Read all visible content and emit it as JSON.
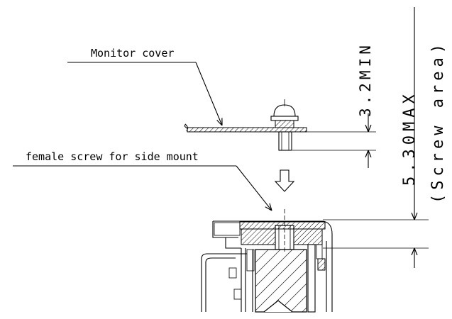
{
  "labels": {
    "monitor_cover": "Monitor cover",
    "female_screw": "female screw for side mount"
  },
  "dimensions": {
    "min_gap": "3.2MIN",
    "max_depth": "5.30MAX",
    "screw_area": "(Screw area)"
  }
}
